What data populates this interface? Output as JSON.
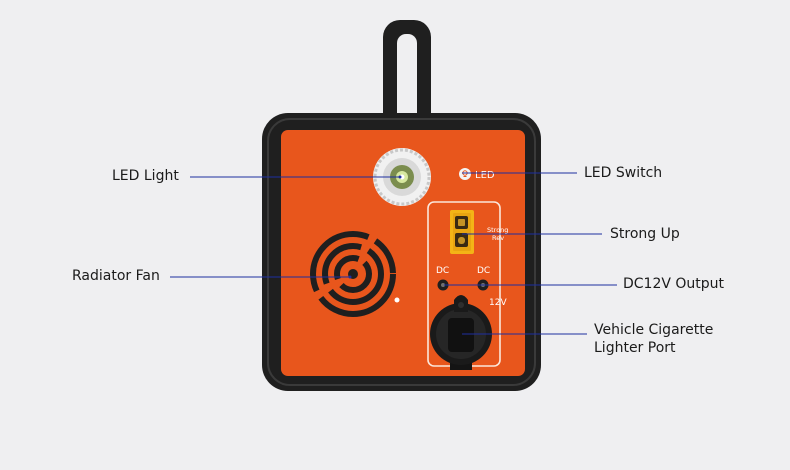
{
  "callouts": {
    "led_light": "LED Light",
    "radiator_fan": "Radiator Fan",
    "led_switch": "LED Switch",
    "strong_up": "Strong Up",
    "dc12v_output": "DC12V Output",
    "vehicle_port_line1": "Vehicle Cigarette",
    "vehicle_port_line2": "Lighter Port"
  },
  "panel": {
    "led_label": "LED",
    "strong_label": "Strong",
    "rev_label": "Rev",
    "dc_left": "DC",
    "dc_right": "DC",
    "volt_label": "12V"
  },
  "colors": {
    "background": "#efeff1",
    "body": "#1f1f1f",
    "panel": "#e8561c",
    "leader": "#1e2fa0"
  },
  "icons": [
    "handle",
    "led-lamp",
    "led-switch-icon",
    "xt60-connector",
    "dc-port",
    "fan-grille",
    "cigarette-socket"
  ]
}
